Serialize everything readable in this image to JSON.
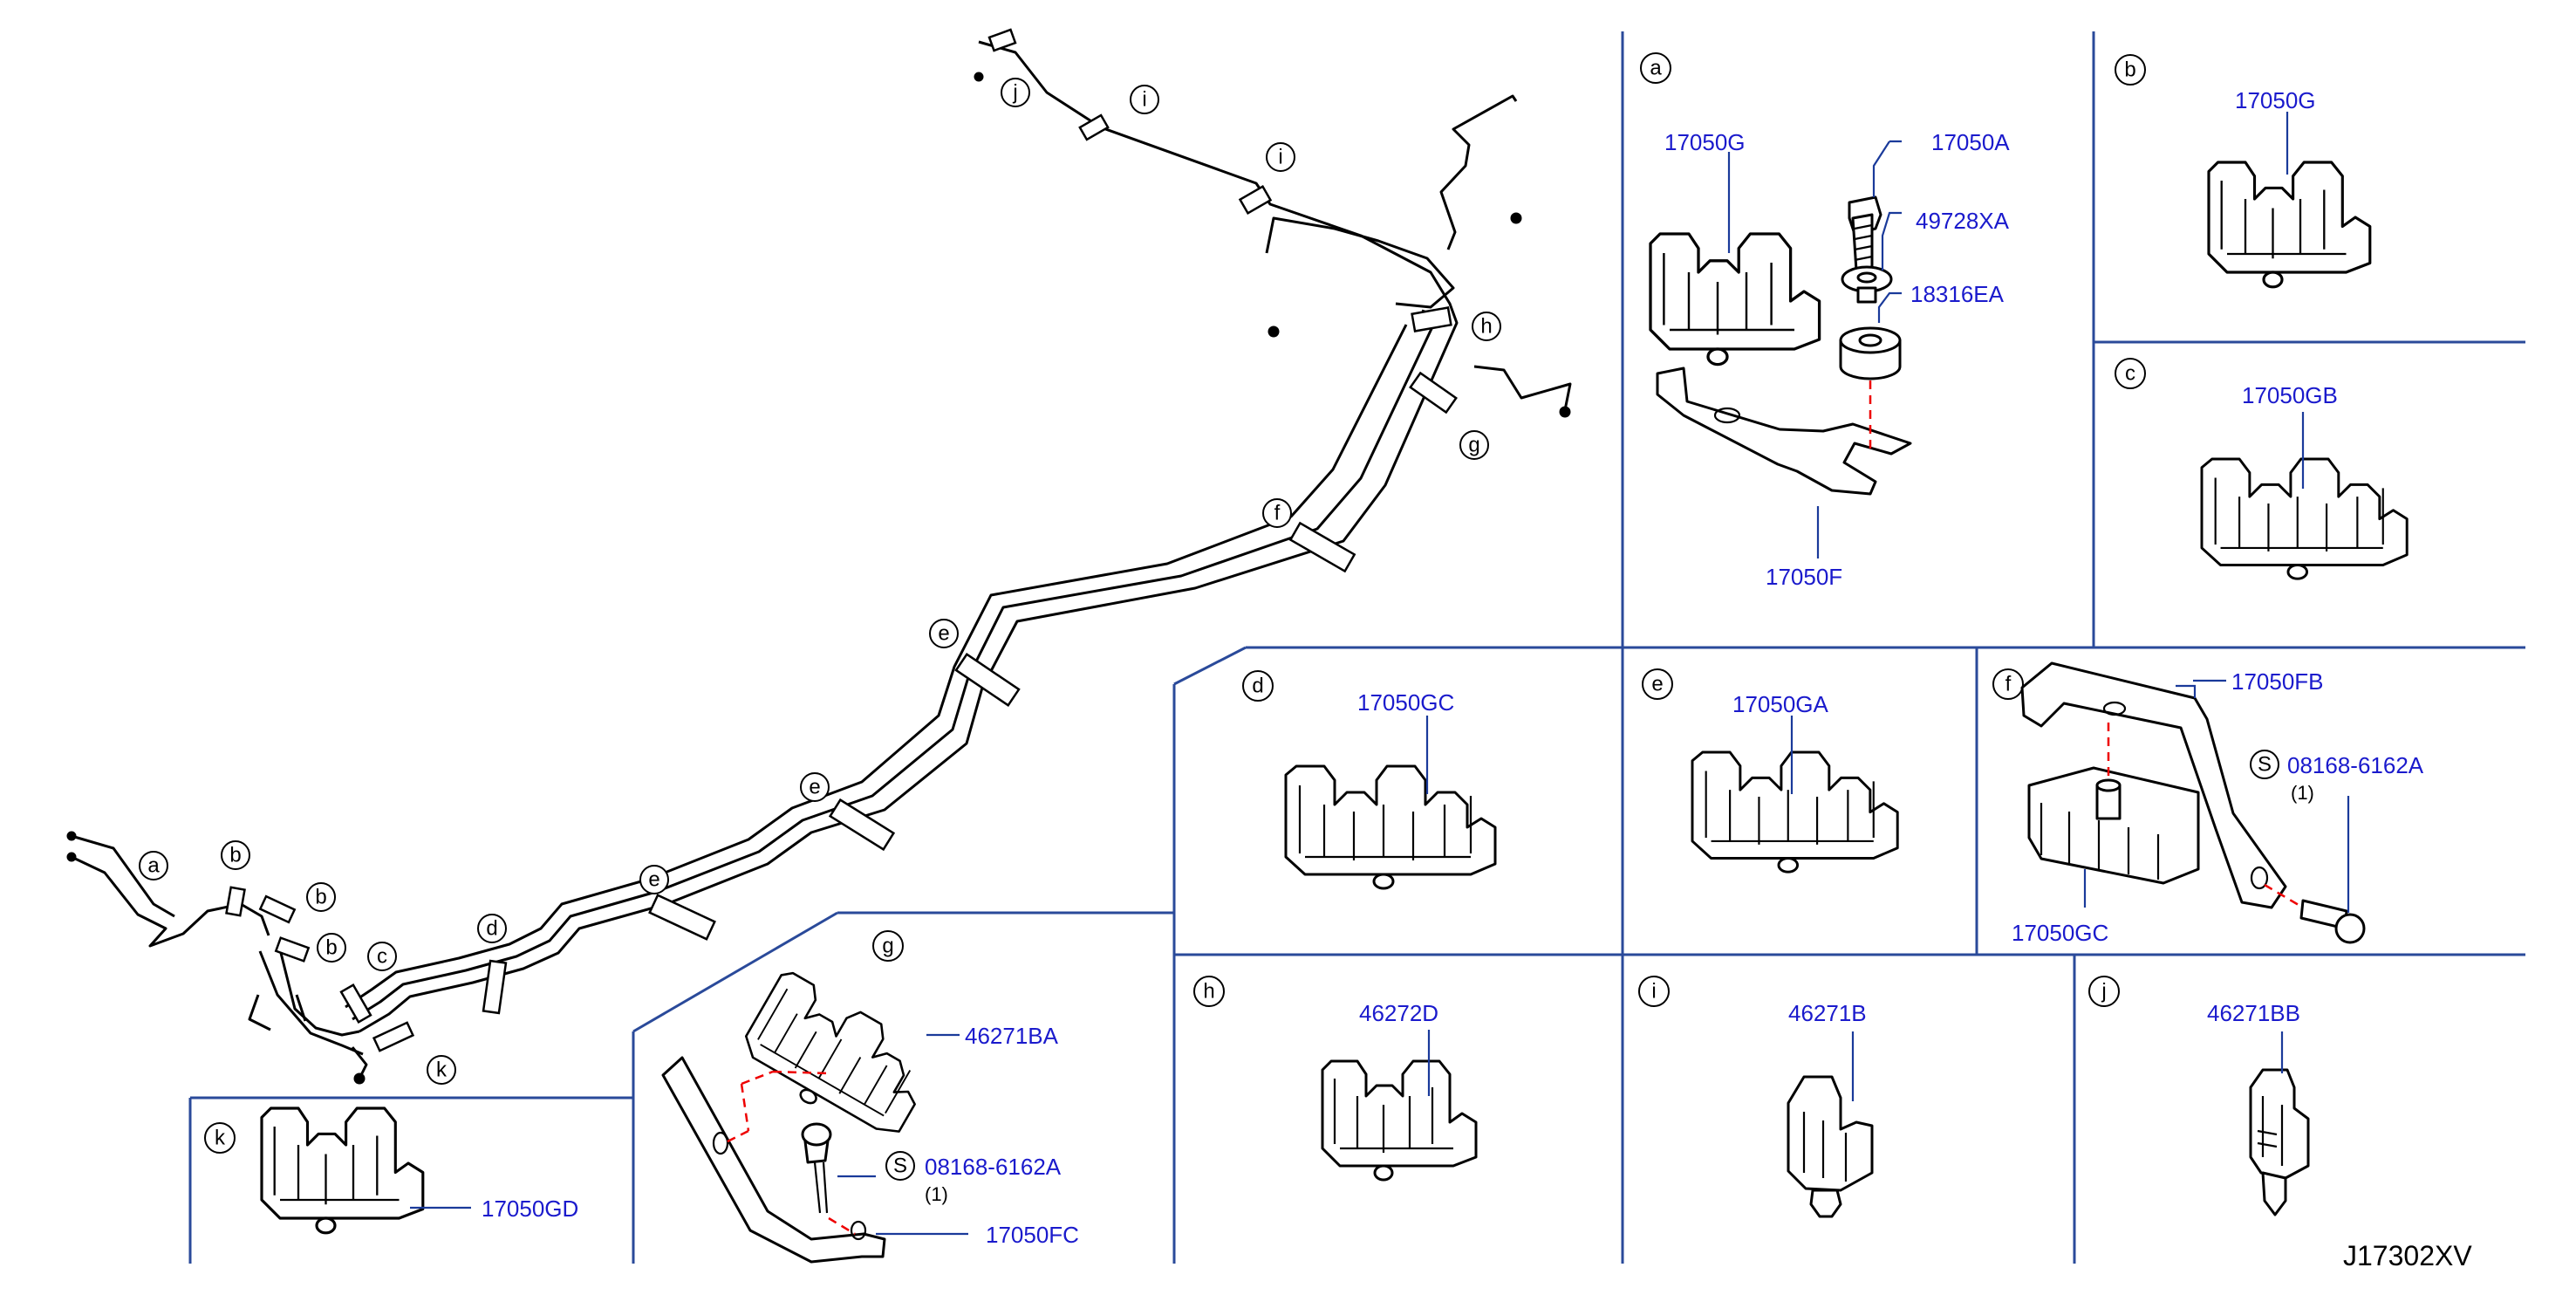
{
  "diagram_id": "J17302XV",
  "main_labels": [
    "a",
    "b",
    "b",
    "b",
    "c",
    "d",
    "e",
    "e",
    "e",
    "f",
    "g",
    "h",
    "i",
    "i",
    "j",
    "k"
  ],
  "panels": {
    "a": {
      "label": "a",
      "parts": [
        "17050G",
        "17050A",
        "49728XA",
        "18316EA",
        "17050F"
      ]
    },
    "b": {
      "label": "b",
      "parts": [
        "17050G"
      ]
    },
    "c": {
      "label": "c",
      "parts": [
        "17050GB"
      ]
    },
    "d": {
      "label": "d",
      "parts": [
        "17050GC"
      ]
    },
    "e": {
      "label": "e",
      "parts": [
        "17050GA"
      ]
    },
    "f": {
      "label": "f",
      "parts": [
        "17050FB",
        "08168-6162A",
        "17050GC"
      ],
      "qty": "(1)",
      "s_mark": "S"
    },
    "g": {
      "label": "g",
      "parts": [
        "46271BA",
        "08168-6162A",
        "17050FC"
      ],
      "qty": "(1)",
      "s_mark": "S"
    },
    "h": {
      "label": "h",
      "parts": [
        "46272D"
      ]
    },
    "i": {
      "label": "i",
      "parts": [
        "46271B"
      ]
    },
    "j": {
      "label": "j",
      "parts": [
        "46271BB"
      ]
    },
    "k": {
      "label": "k",
      "parts": [
        "17050GD"
      ]
    }
  },
  "colors": {
    "part_number": "#1a1acc",
    "separator": "#2a4a9a",
    "alignment": "#ee0000"
  }
}
